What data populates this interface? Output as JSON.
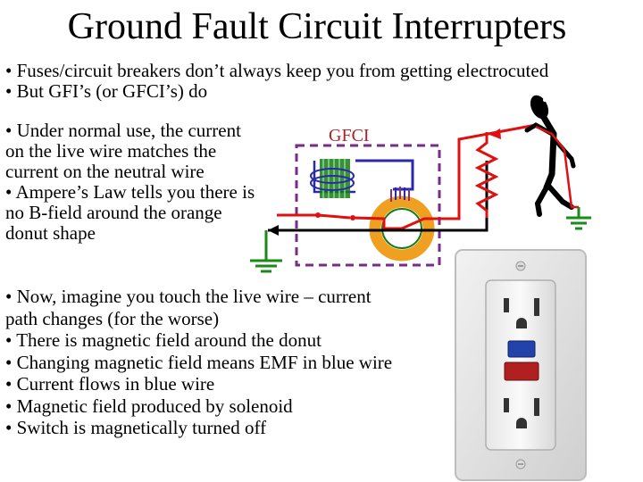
{
  "slide": {
    "title": "Ground Fault Circuit Interrupters",
    "intro_bullets": [
      "• Fuses/circuit breakers don’t always keep you from getting electrocuted",
      "• But GFI’s (or GFCI’s) do"
    ],
    "normal_use_lines": [
      "• Under normal use, the current",
      "on the live wire matches the",
      "current on the neutral wire",
      "• Ampere’s Law tells you there is",
      "no B-field around the orange",
      "donut shape"
    ],
    "touch_lines": [
      "• Now, imagine you touch the live wire – current",
      "path changes (for the worse)",
      "• There is magnetic field around the donut",
      "• Changing magnetic field means EMF in blue wire",
      "• Current flows in blue wire",
      "• Magnetic field produced by solenoid",
      "• Switch is magnetically turned off"
    ]
  },
  "diagram": {
    "gfci_label": "GFCI",
    "colors": {
      "live_wire": "#e01010",
      "neutral_wire": "#000000",
      "blue_wire": "#2a2aa8",
      "donut": "#f0a020",
      "solenoid": "#1a7a1a",
      "gfci_box": "#7a2a8a",
      "ground": "#1a8a1a"
    }
  },
  "icons": {
    "ground_symbol": "ground-symbol-icon",
    "resistor": "resistor-icon",
    "stick_figure": "stick-figure-icon",
    "outlet": "gfci-outlet-icon"
  },
  "outlet": {
    "test_button_color": "#2244aa",
    "reset_button_color": "#b02020"
  }
}
